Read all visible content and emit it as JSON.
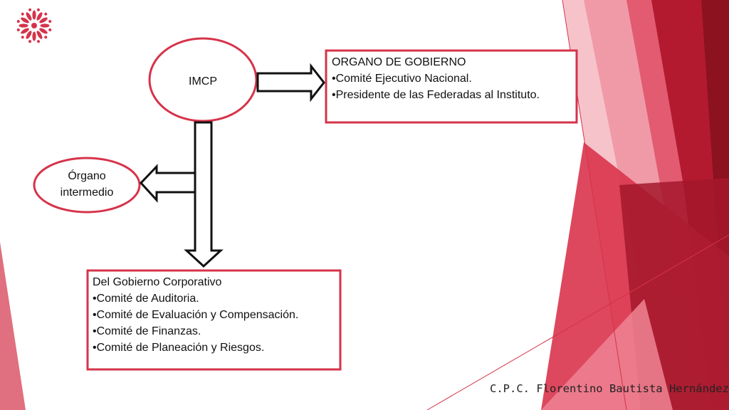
{
  "colors": {
    "accent": "#d6334a",
    "dark_red": "#8c1220",
    "mid_red": "#b51a2e",
    "pink": "#e9788a",
    "light_pink": "#f2b1bb"
  },
  "logo": {
    "icon": "flower-logo-icon"
  },
  "nodes": {
    "imcp": "IMCP",
    "organo_intermedio_line1": "Órgano",
    "organo_intermedio_line2": "intermedio"
  },
  "organo_gobierno": {
    "title": "ORGANO DE GOBIERNO",
    "items": [
      "•Comité Ejecutivo Nacional.",
      "•Presidente de las Federadas al Instituto."
    ]
  },
  "gobierno_corporativo": {
    "title": "Del Gobierno Corporativo",
    "items": [
      "•Comité de Auditoria.",
      "•Comité de Evaluación y Compensación.",
      "•Comité de Finanzas.",
      "•Comité de Planeación y Riesgos."
    ]
  },
  "footer": {
    "author": "C.P.C. Florentino Bautista Hernández"
  }
}
